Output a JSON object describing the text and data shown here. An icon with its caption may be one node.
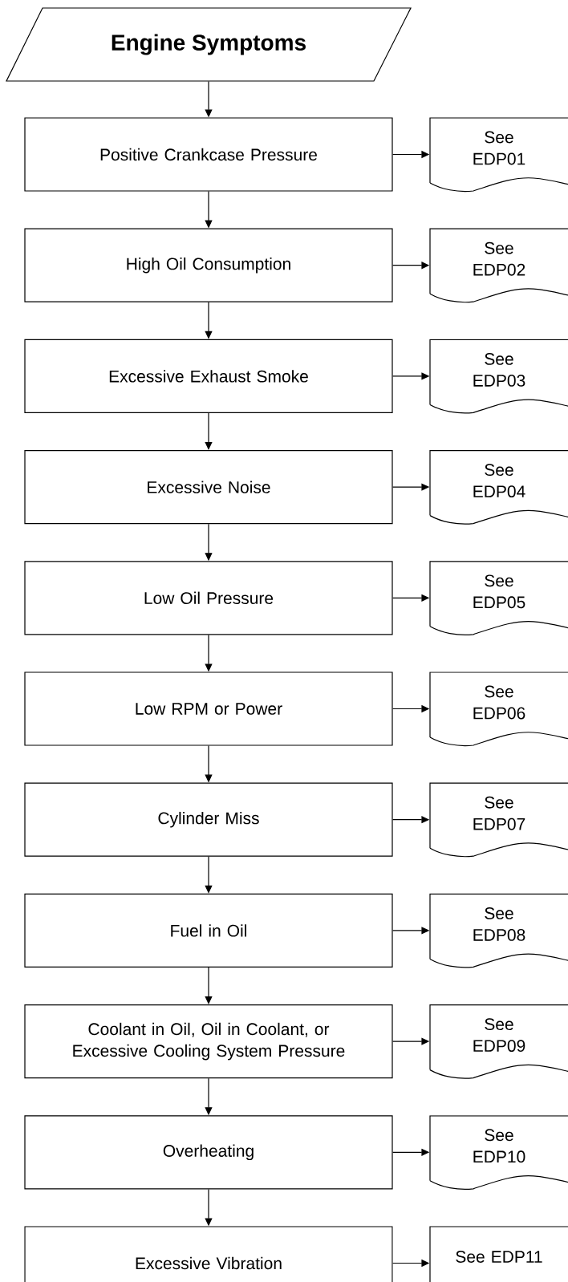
{
  "diagram": {
    "nodes": [
      {
        "text": [
          "Engine Symptoms"
        ]
      },
      {
        "text": [
          "Positive Crankcase Pressure"
        ]
      },
      {
        "text": [
          "See EDP01"
        ]
      },
      {
        "text": [
          "High Oil Consumption"
        ]
      },
      {
        "text": [
          "See EDP02"
        ]
      },
      {
        "text": [
          "Excessive Exhaust Smoke"
        ]
      },
      {
        "text": [
          "See EDP03"
        ]
      },
      {
        "text": [
          "Excessive Noise"
        ]
      },
      {
        "text": [
          "See EDP04"
        ]
      },
      {
        "text": [
          "Low Oil Pressure"
        ]
      },
      {
        "text": [
          "See EDP05"
        ]
      },
      {
        "text": [
          "Low RPM or Power"
        ]
      },
      {
        "text": [
          "See EDP06"
        ]
      },
      {
        "text": [
          "Cylinder Miss"
        ]
      },
      {
        "text": [
          "See EDP07"
        ]
      },
      {
        "text": [
          "Fuel in Oil"
        ]
      },
      {
        "text": [
          "See EDP08"
        ]
      },
      {
        "text": [
          "Coolant in Oil, Oil in Coolant, or Excessive Cooling System Pressure"
        ]
      },
      {
        "text": [
          "See EDP09"
        ]
      },
      {
        "text": [
          "Overheating"
        ]
      },
      {
        "text": [
          "See EDP10"
        ]
      },
      {
        "text": [
          "Excessive Vibration"
        ]
      },
      {
        "text": [
          "See EDP11"
        ]
      }
    ],
    "edges": [
      {
        "from": 0,
        "to": 1,
        "arrow": "to"
      },
      {
        "from": 1,
        "to": 2,
        "arrow": "to"
      },
      {
        "from": 1,
        "to": 3,
        "arrow": "to"
      },
      {
        "from": 3,
        "to": 4,
        "arrow": "to"
      },
      {
        "from": 3,
        "to": 5,
        "arrow": "to"
      },
      {
        "from": 5,
        "to": 6,
        "arrow": "to"
      },
      {
        "from": 5,
        "to": 7,
        "arrow": "to"
      },
      {
        "from": 7,
        "to": 8,
        "arrow": "to"
      },
      {
        "from": 7,
        "to": 9,
        "arrow": "to"
      },
      {
        "from": 9,
        "to": 10,
        "arrow": "to"
      },
      {
        "from": 9,
        "to": 11,
        "arrow": "to"
      },
      {
        "from": 11,
        "to": 12,
        "arrow": "to"
      },
      {
        "from": 11,
        "to": 13,
        "arrow": "to"
      },
      {
        "from": 13,
        "to": 14,
        "arrow": "to"
      },
      {
        "from": 13,
        "to": 15,
        "arrow": "to"
      },
      {
        "from": 15,
        "to": 16,
        "arrow": "to"
      },
      {
        "from": 15,
        "to": 17,
        "arrow": "to"
      },
      {
        "from": 17,
        "to": 18,
        "arrow": "to"
      },
      {
        "from": 17,
        "to": 19,
        "arrow": "to"
      },
      {
        "from": 19,
        "to": 20,
        "arrow": "to"
      },
      {
        "from": 19,
        "to": 21,
        "arrow": "to"
      },
      {
        "from": 21,
        "to": 22,
        "arrow": "to"
      }
    ]
  }
}
